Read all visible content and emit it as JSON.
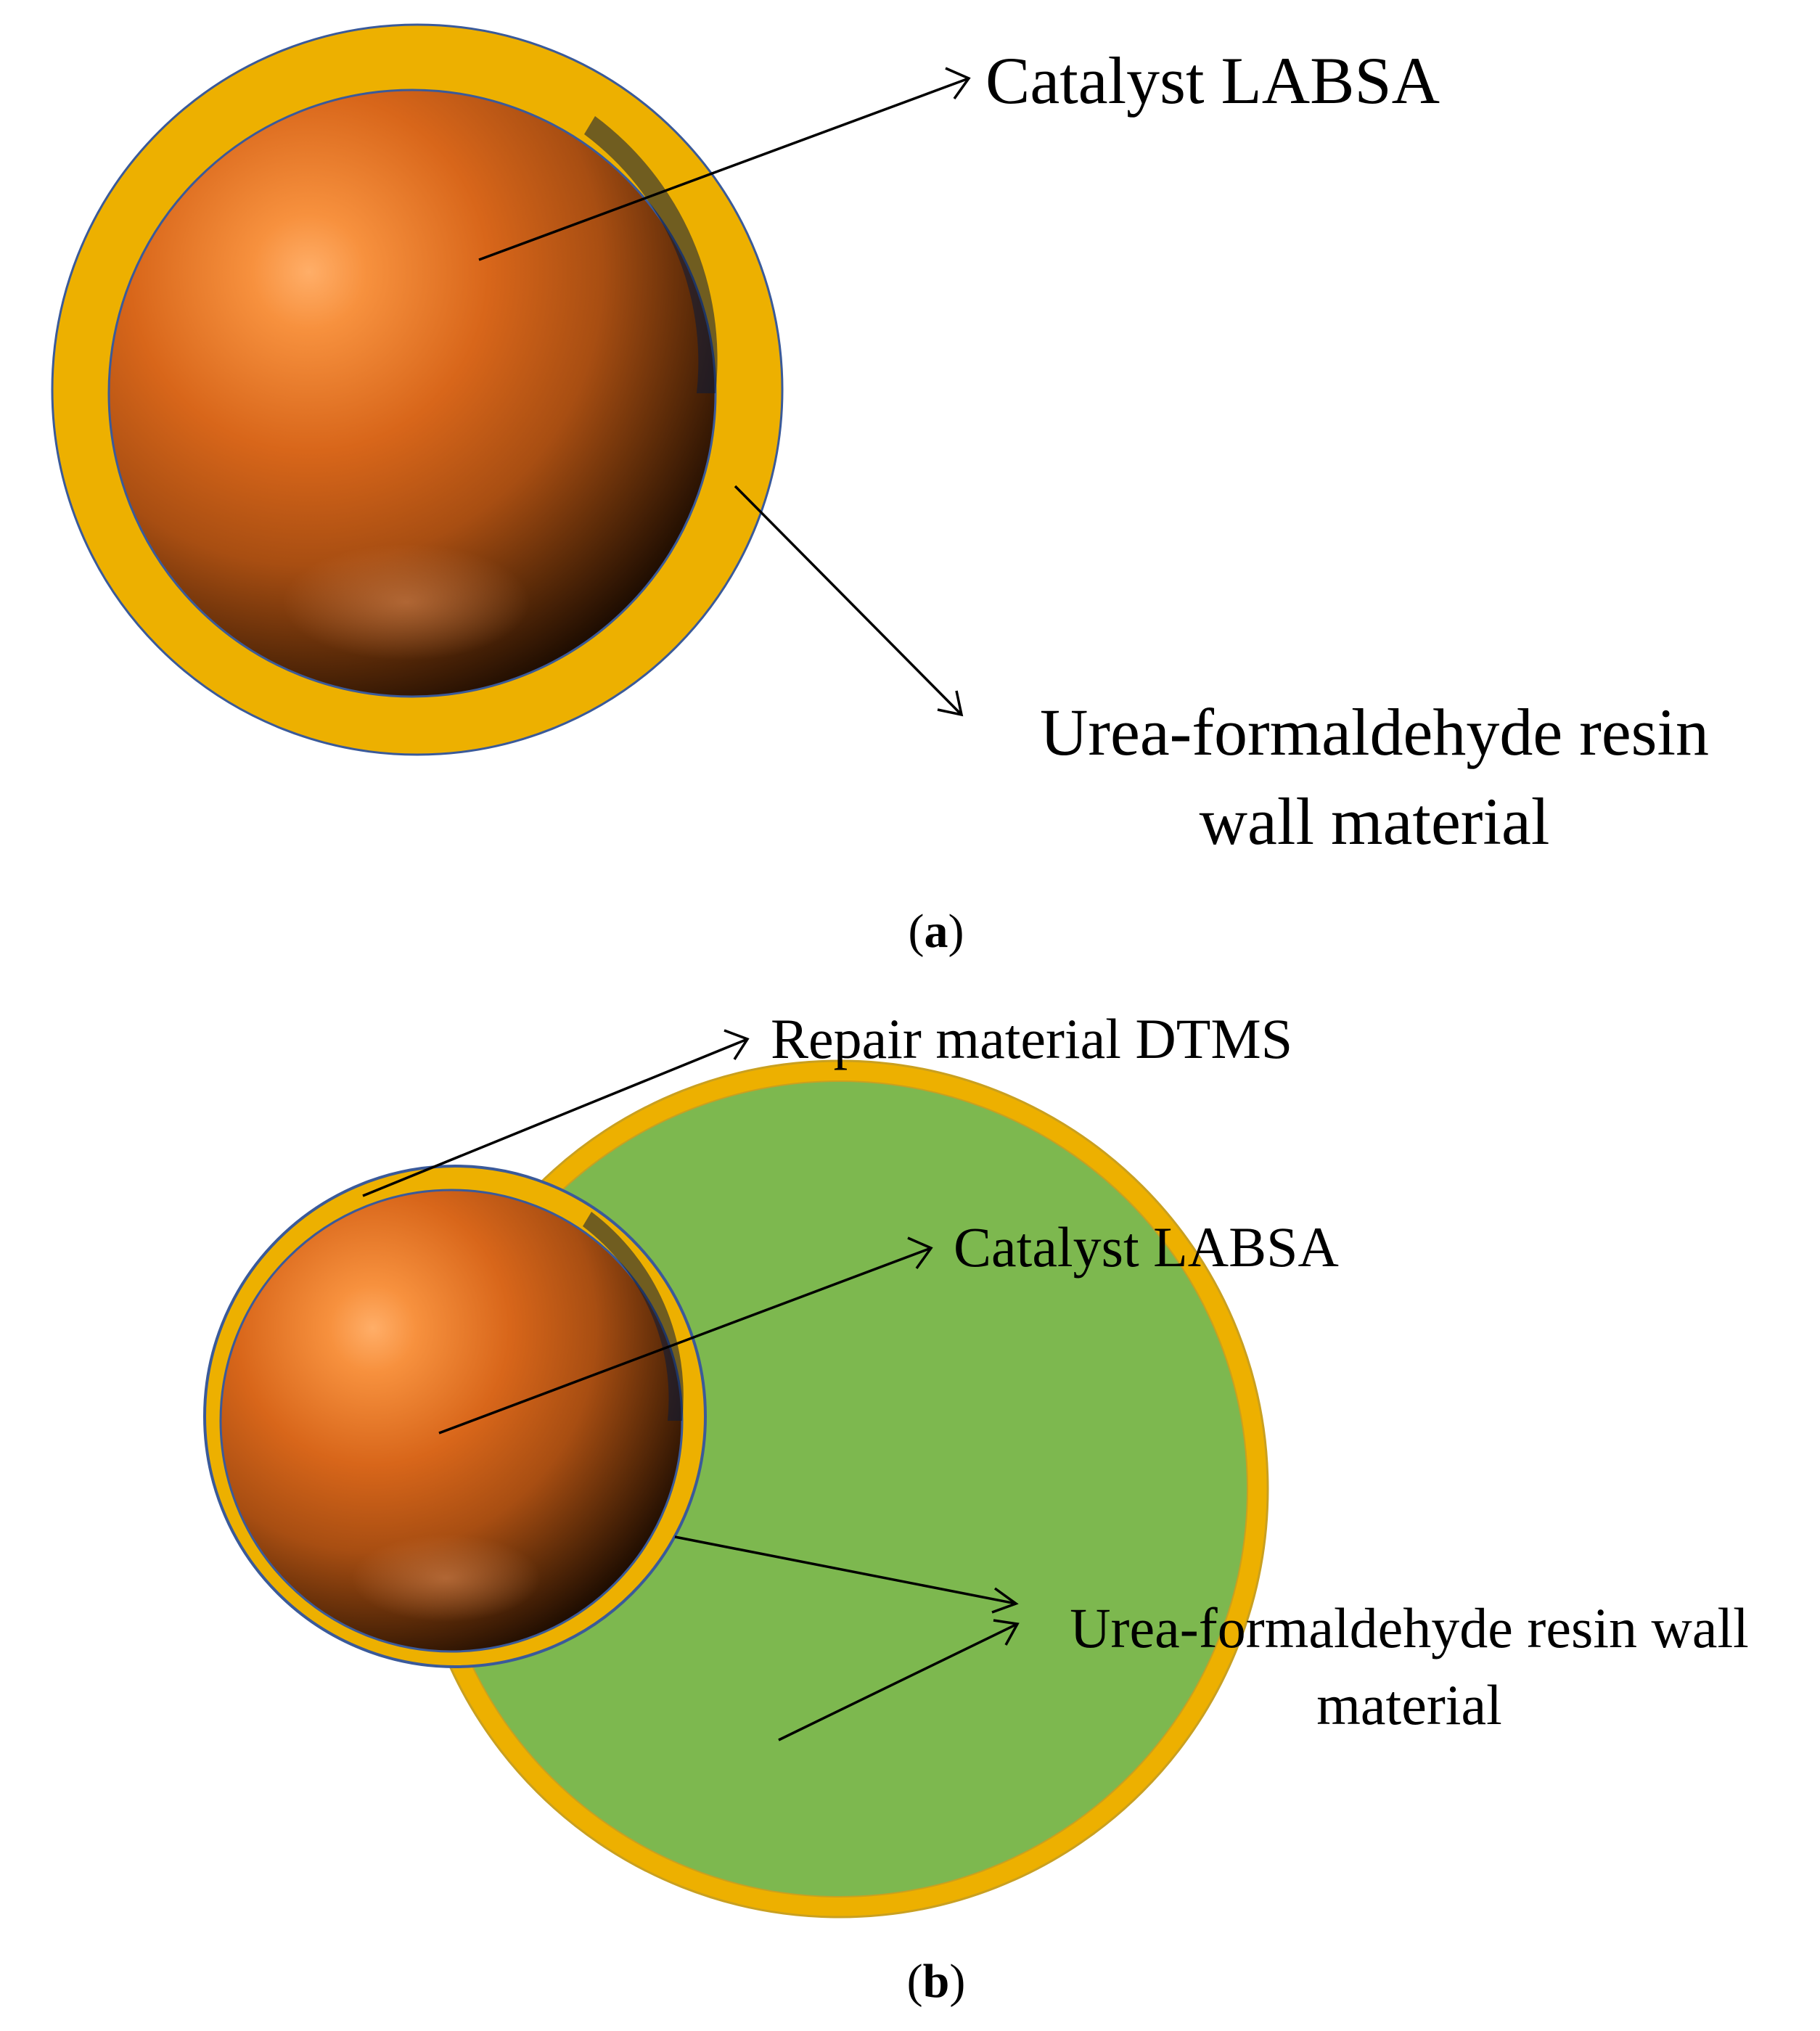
{
  "panel_a": {
    "caption_letter": "a",
    "labels": {
      "catalyst": "Catalyst LABSA",
      "wall_line1": "Urea-formaldehyde resin",
      "wall_line2": "wall material"
    }
  },
  "panel_b": {
    "caption_letter": "b",
    "labels": {
      "repair": "Repair material DTMS",
      "catalyst": "Catalyst LABSA",
      "wall_line1": "Urea-formaldehyde resin wall",
      "wall_line2": "material"
    }
  },
  "colors": {
    "resin_wall": "#EDB000",
    "repair_material": "#7DB84F",
    "catalyst_core": "#C95E10",
    "catalyst_highlight": "#FFAE68",
    "outline": "#3A5A9A"
  }
}
